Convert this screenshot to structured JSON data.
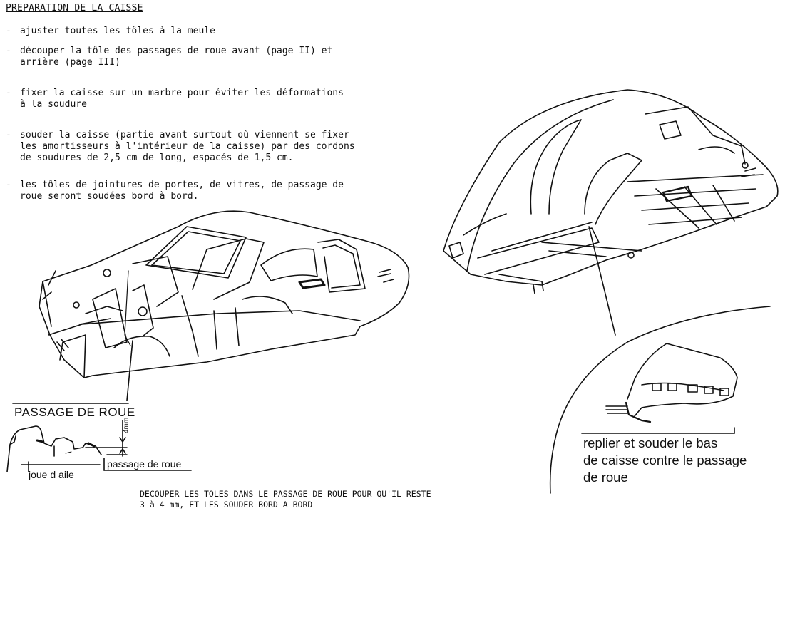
{
  "title": "PREPARATION DE LA CAISSE",
  "steps": [
    {
      "dash": "-",
      "lines": [
        "ajuster toutes les tôles à la meule"
      ]
    },
    {
      "dash": "-",
      "lines": [
        "découper la tôle des passages de roue avant (page II) et",
        "arrière (page III)"
      ]
    },
    {
      "dash": "-",
      "lines": [
        "fixer la caisse sur un marbre pour éviter les déformations",
        "à la soudure"
      ]
    },
    {
      "dash": "-",
      "lines": [
        "souder la caisse (partie avant surtout où viennent se fixer",
        "les amortisseurs à l'intérieur de la caisse) par des cordons",
        "de soudures de 2,5 cm de long, espacés de 1,5 cm."
      ]
    },
    {
      "dash": "-",
      "lines": [
        "les tôles de jointures de portes, de vitres, de passage de",
        "roue seront soudées bord à bord."
      ]
    }
  ],
  "detail_left": {
    "title": "PASSAGE DE ROUE",
    "dimension": "4mm",
    "label_wing": "joue d aile",
    "label_wheel": "passage de roue"
  },
  "caption": {
    "line1": "DECOUPER LES TOLES DANS LE PASSAGE DE ROUE POUR QU'IL RESTE",
    "line2": "3 à 4 mm, ET LES SOUDER BORD A BORD"
  },
  "detail_right": {
    "line1": "replier et souder le bas",
    "line2": "de caisse contre le passage",
    "line3": "de roue"
  }
}
